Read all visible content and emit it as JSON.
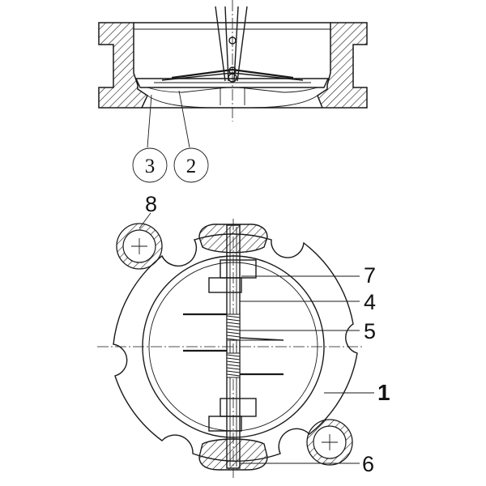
{
  "callouts": {
    "top_section": [
      {
        "id": "part-3",
        "label": "3"
      },
      {
        "id": "part-2",
        "label": "2"
      }
    ],
    "plan_view": [
      {
        "id": "part-8",
        "label": "8"
      },
      {
        "id": "part-7",
        "label": "7"
      },
      {
        "id": "part-4",
        "label": "4"
      },
      {
        "id": "part-5",
        "label": "5"
      },
      {
        "id": "part-1",
        "label": "1"
      },
      {
        "id": "part-6",
        "label": "6"
      }
    ]
  }
}
